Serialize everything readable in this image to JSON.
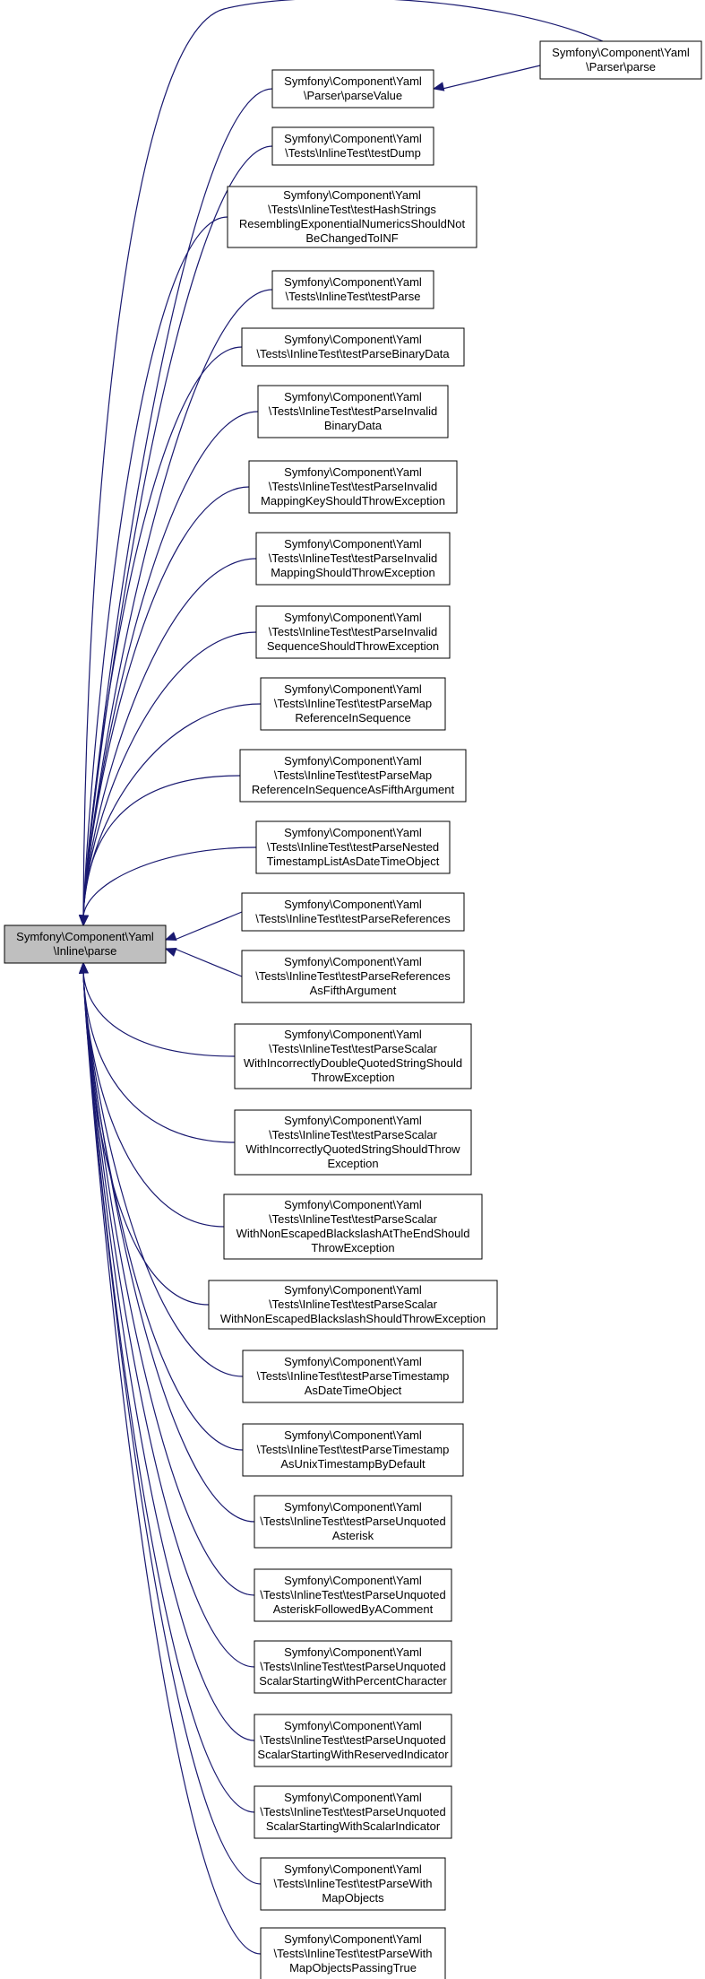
{
  "diagram": {
    "colors": {
      "edge": "#191970",
      "root_fill": "#bfbfbf",
      "node_fill": "#ffffff",
      "border": "#000000"
    },
    "root": {
      "lines": [
        "Symfony\\Component\\Yaml",
        "\\Inline\\parse"
      ]
    },
    "callers": [
      {
        "id": "n0",
        "lines": [
          "Symfony\\Component\\Yaml",
          "\\Parser\\parse"
        ]
      },
      {
        "id": "n1",
        "lines": [
          "Symfony\\Component\\Yaml",
          "\\Parser\\parseValue"
        ]
      },
      {
        "id": "n2",
        "lines": [
          "Symfony\\Component\\Yaml",
          "\\Tests\\InlineTest\\testDump"
        ]
      },
      {
        "id": "n3",
        "lines": [
          "Symfony\\Component\\Yaml",
          "\\Tests\\InlineTest\\testHashStrings",
          "ResemblingExponentialNumericsShouldNot",
          "BeChangedToINF"
        ]
      },
      {
        "id": "n4",
        "lines": [
          "Symfony\\Component\\Yaml",
          "\\Tests\\InlineTest\\testParse"
        ]
      },
      {
        "id": "n5",
        "lines": [
          "Symfony\\Component\\Yaml",
          "\\Tests\\InlineTest\\testParseBinaryData"
        ]
      },
      {
        "id": "n6",
        "lines": [
          "Symfony\\Component\\Yaml",
          "\\Tests\\InlineTest\\testParseInvalid",
          "BinaryData"
        ]
      },
      {
        "id": "n7",
        "lines": [
          "Symfony\\Component\\Yaml",
          "\\Tests\\InlineTest\\testParseInvalid",
          "MappingKeyShouldThrowException"
        ]
      },
      {
        "id": "n8",
        "lines": [
          "Symfony\\Component\\Yaml",
          "\\Tests\\InlineTest\\testParseInvalid",
          "MappingShouldThrowException"
        ]
      },
      {
        "id": "n9",
        "lines": [
          "Symfony\\Component\\Yaml",
          "\\Tests\\InlineTest\\testParseInvalid",
          "SequenceShouldThrowException"
        ]
      },
      {
        "id": "n10",
        "lines": [
          "Symfony\\Component\\Yaml",
          "\\Tests\\InlineTest\\testParseMap",
          "ReferenceInSequence"
        ]
      },
      {
        "id": "n11",
        "lines": [
          "Symfony\\Component\\Yaml",
          "\\Tests\\InlineTest\\testParseMap",
          "ReferenceInSequenceAsFifthArgument"
        ]
      },
      {
        "id": "n12",
        "lines": [
          "Symfony\\Component\\Yaml",
          "\\Tests\\InlineTest\\testParseNested",
          "TimestampListAsDateTimeObject"
        ]
      },
      {
        "id": "n13",
        "lines": [
          "Symfony\\Component\\Yaml",
          "\\Tests\\InlineTest\\testParseReferences"
        ]
      },
      {
        "id": "n14",
        "lines": [
          "Symfony\\Component\\Yaml",
          "\\Tests\\InlineTest\\testParseReferences",
          "AsFifthArgument"
        ]
      },
      {
        "id": "n15",
        "lines": [
          "Symfony\\Component\\Yaml",
          "\\Tests\\InlineTest\\testParseScalar",
          "WithIncorrectlyDoubleQuotedStringShould",
          "ThrowException"
        ]
      },
      {
        "id": "n16",
        "lines": [
          "Symfony\\Component\\Yaml",
          "\\Tests\\InlineTest\\testParseScalar",
          "WithIncorrectlyQuotedStringShouldThrow",
          "Exception"
        ]
      },
      {
        "id": "n17",
        "lines": [
          "Symfony\\Component\\Yaml",
          "\\Tests\\InlineTest\\testParseScalar",
          "WithNonEscapedBlackslashAtTheEndShould",
          "ThrowException"
        ]
      },
      {
        "id": "n18",
        "lines": [
          "Symfony\\Component\\Yaml",
          "\\Tests\\InlineTest\\testParseScalar",
          "WithNonEscapedBlackslashShouldThrowException"
        ]
      },
      {
        "id": "n19",
        "lines": [
          "Symfony\\Component\\Yaml",
          "\\Tests\\InlineTest\\testParseTimestamp",
          "AsDateTimeObject"
        ]
      },
      {
        "id": "n20",
        "lines": [
          "Symfony\\Component\\Yaml",
          "\\Tests\\InlineTest\\testParseTimestamp",
          "AsUnixTimestampByDefault"
        ]
      },
      {
        "id": "n21",
        "lines": [
          "Symfony\\Component\\Yaml",
          "\\Tests\\InlineTest\\testParseUnquoted",
          "Asterisk"
        ]
      },
      {
        "id": "n22",
        "lines": [
          "Symfony\\Component\\Yaml",
          "\\Tests\\InlineTest\\testParseUnquoted",
          "AsteriskFollowedByAComment"
        ]
      },
      {
        "id": "n23",
        "lines": [
          "Symfony\\Component\\Yaml",
          "\\Tests\\InlineTest\\testParseUnquoted",
          "ScalarStartingWithPercentCharacter"
        ]
      },
      {
        "id": "n24",
        "lines": [
          "Symfony\\Component\\Yaml",
          "\\Tests\\InlineTest\\testParseUnquoted",
          "ScalarStartingWithReservedIndicator"
        ]
      },
      {
        "id": "n25",
        "lines": [
          "Symfony\\Component\\Yaml",
          "\\Tests\\InlineTest\\testParseUnquoted",
          "ScalarStartingWithScalarIndicator"
        ]
      },
      {
        "id": "n26",
        "lines": [
          "Symfony\\Component\\Yaml",
          "\\Tests\\InlineTest\\testParseWith",
          "MapObjects"
        ]
      },
      {
        "id": "n27",
        "lines": [
          "Symfony\\Component\\Yaml",
          "\\Tests\\InlineTest\\testParseWith",
          "MapObjectsPassingTrue"
        ]
      }
    ],
    "edges": [
      {
        "from": "n0",
        "to": "root"
      },
      {
        "from": "n0",
        "to": "n1"
      },
      {
        "from": "n1",
        "to": "root"
      },
      {
        "from": "n2",
        "to": "root"
      },
      {
        "from": "n3",
        "to": "root"
      },
      {
        "from": "n4",
        "to": "root"
      },
      {
        "from": "n5",
        "to": "root"
      },
      {
        "from": "n6",
        "to": "root"
      },
      {
        "from": "n7",
        "to": "root"
      },
      {
        "from": "n8",
        "to": "root"
      },
      {
        "from": "n9",
        "to": "root"
      },
      {
        "from": "n10",
        "to": "root"
      },
      {
        "from": "n11",
        "to": "root"
      },
      {
        "from": "n12",
        "to": "root"
      },
      {
        "from": "n13",
        "to": "root"
      },
      {
        "from": "n14",
        "to": "root"
      },
      {
        "from": "n15",
        "to": "root"
      },
      {
        "from": "n16",
        "to": "root"
      },
      {
        "from": "n17",
        "to": "root"
      },
      {
        "from": "n18",
        "to": "root"
      },
      {
        "from": "n19",
        "to": "root"
      },
      {
        "from": "n20",
        "to": "root"
      },
      {
        "from": "n21",
        "to": "root"
      },
      {
        "from": "n22",
        "to": "root"
      },
      {
        "from": "n23",
        "to": "root"
      },
      {
        "from": "n24",
        "to": "root"
      },
      {
        "from": "n25",
        "to": "root"
      },
      {
        "from": "n26",
        "to": "root"
      },
      {
        "from": "n27",
        "to": "root"
      }
    ]
  }
}
